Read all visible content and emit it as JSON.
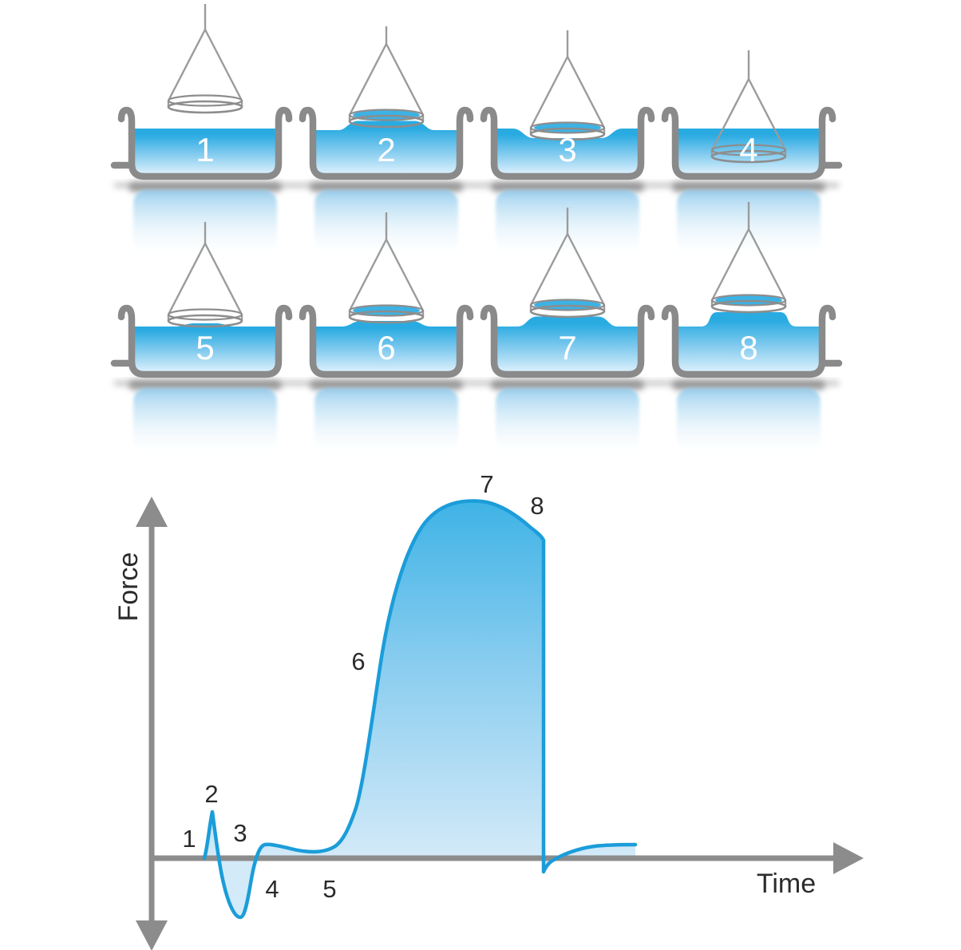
{
  "figure": {
    "stages": [
      {
        "label": "1"
      },
      {
        "label": "2"
      },
      {
        "label": "3"
      },
      {
        "label": "4"
      },
      {
        "label": "5"
      },
      {
        "label": "6"
      },
      {
        "label": "7"
      },
      {
        "label": "8"
      }
    ]
  },
  "chart_data": {
    "type": "area",
    "xlabel": "Time",
    "ylabel": "Force",
    "grid": false,
    "legend": false,
    "x_range_normalized": [
      0,
      1
    ],
    "y_range_normalized": [
      -0.2,
      1.05
    ],
    "series": [
      {
        "name": "force_vs_time",
        "points": [
          [
            0.0,
            0
          ],
          [
            0.07,
            0
          ],
          [
            0.085,
            0.13
          ],
          [
            0.095,
            0
          ],
          [
            0.105,
            -0.1
          ],
          [
            0.125,
            -0.17
          ],
          [
            0.14,
            -0.02
          ],
          [
            0.16,
            0.038
          ],
          [
            0.2,
            0.025
          ],
          [
            0.227,
            0.018
          ],
          [
            0.26,
            0.03
          ],
          [
            0.29,
            0.14
          ],
          [
            0.32,
            0.43
          ],
          [
            0.36,
            0.72
          ],
          [
            0.4,
            0.88
          ],
          [
            0.44,
            0.98
          ],
          [
            0.46,
            1.0
          ],
          [
            0.49,
            0.99
          ],
          [
            0.53,
            0.95
          ],
          [
            0.551,
            0.89
          ],
          [
            0.552,
            -0.04
          ],
          [
            0.58,
            0.02
          ],
          [
            0.63,
            0.035
          ],
          [
            0.68,
            0.038
          ]
        ]
      }
    ],
    "annotations": [
      {
        "label": "1",
        "t": 0.05,
        "f": 0
      },
      {
        "label": "2",
        "t": 0.085,
        "f": 0.13
      },
      {
        "label": "3",
        "t": 0.1,
        "f": 0
      },
      {
        "label": "4",
        "t": 0.125,
        "f": -0.17
      },
      {
        "label": "5",
        "t": 0.25,
        "f": 0.02
      },
      {
        "label": "6",
        "t": 0.31,
        "f": 0.48
      },
      {
        "label": "7",
        "t": 0.46,
        "f": 1.0
      },
      {
        "label": "8",
        "t": 0.551,
        "f": 0.89
      }
    ]
  },
  "colors": {
    "curve_stroke": "#1b9dd9",
    "fill_top": "#3fb3e6",
    "fill_bottom": "#d3eaf8",
    "liquid_top": "#29abe2",
    "liquid_bottom": "#d9effb",
    "tray": "#8a8a8a",
    "axis": "#8c8c8c",
    "text_dark": "#2b2b2b",
    "stage_number": "#ffffff",
    "probe": "#9b9b9b"
  }
}
